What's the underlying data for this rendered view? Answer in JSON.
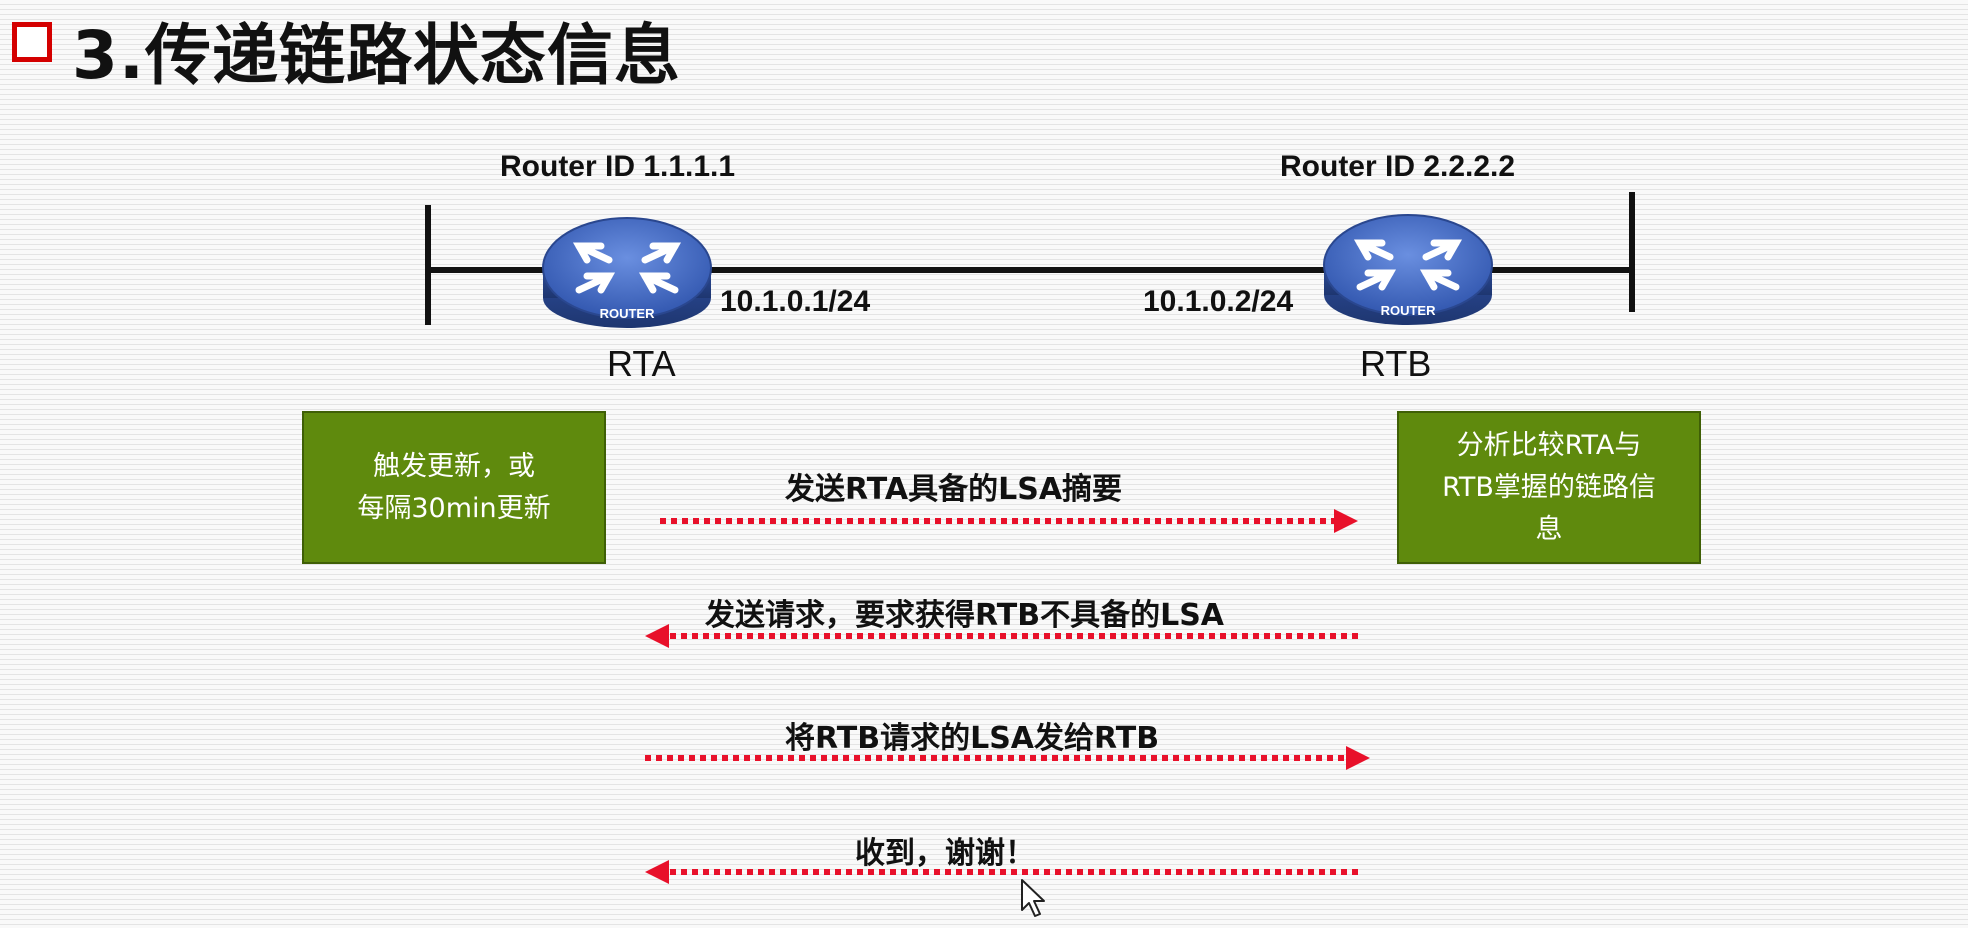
{
  "title": "3.传递链路状态信息",
  "routers": [
    {
      "router_id": "Router ID 1.1.1.1",
      "name": "RTA",
      "ip": "10.1.0.1/24",
      "icon_label": "ROUTER"
    },
    {
      "router_id": "Router ID 2.2.2.2",
      "name": "RTB",
      "ip": "10.1.0.2/24",
      "icon_label": "ROUTER"
    }
  ],
  "boxes": {
    "rta_action": [
      "触发更新，或",
      "每隔30min更新"
    ],
    "rtb_action": [
      "分析比较RTA与",
      "RTB掌握的链路信",
      "息"
    ]
  },
  "messages": [
    {
      "text": "发送RTA具备的LSA摘要",
      "direction": "right"
    },
    {
      "text": "发送请求，要求获得RTB不具备的LSA",
      "direction": "left"
    },
    {
      "text": "将RTB请求的LSA发给RTB",
      "direction": "right"
    },
    {
      "text": "收到，谢谢！",
      "direction": "left"
    }
  ],
  "colors": {
    "title_marker": "#d40000",
    "box_fill": "#5f8a0d",
    "arrow": "#e8102a",
    "router_body": "#3f5fae"
  },
  "icons": {
    "title": "square-outline-icon",
    "router": "router-icon",
    "cursor": "mouse-cursor-icon"
  }
}
